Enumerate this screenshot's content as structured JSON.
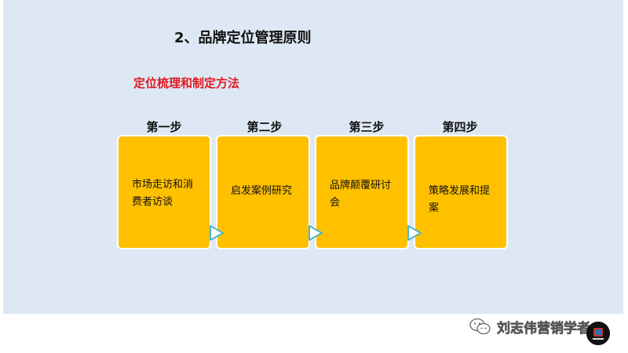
{
  "slide": {
    "title": "2、品牌定位管理原则",
    "subtitle": "定位梳理和制定方法",
    "steps": [
      {
        "label": "第一步",
        "text": "市场走访和消费者访谈"
      },
      {
        "label": "第二步",
        "text": "启发案例研究"
      },
      {
        "label": "第三步",
        "text": "品牌颠覆研讨会"
      },
      {
        "label": "第四步",
        "text": "策略发展和提案"
      }
    ]
  },
  "watermark": {
    "text": "刘志伟营销学者",
    "icon": "wechat-icon"
  },
  "colors": {
    "background": "#dde8f4",
    "box": "#ffc000",
    "subtitle": "#e0191e",
    "arrow_stroke": "#3ab0c8"
  }
}
